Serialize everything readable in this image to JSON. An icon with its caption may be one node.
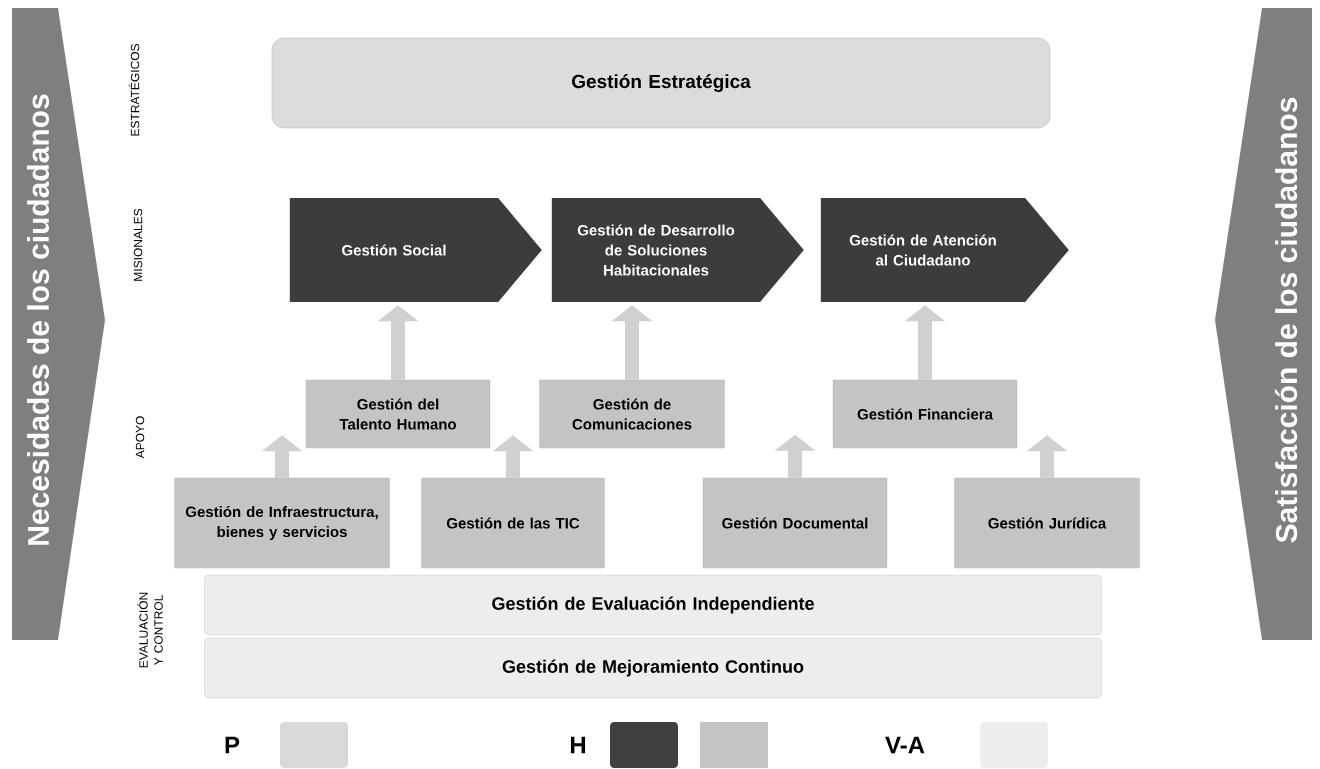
{
  "diagram": {
    "nodes": [
      {
        "text": [
          "Necesidades de los ciudadanos"
        ]
      },
      {
        "text": [
          "Satisfacción de los ciudadanos"
        ]
      },
      {
        "text": [
          "Gestión Estratégica"
        ]
      },
      {
        "text": [
          "Gestión Social"
        ]
      },
      {
        "text": [
          "Gestión de Desarrollo de Soluciones Habitacionales"
        ]
      },
      {
        "text": [
          "Gestión de Atención al Ciudadano"
        ]
      },
      {
        "text": [
          "Gestión del Talento Humano"
        ]
      },
      {
        "text": [
          "Gestión de Comunicaciones"
        ]
      },
      {
        "text": [
          "Gestión Financiera"
        ]
      },
      {
        "text": [
          "Gestión de Infraestructura, bienes y servicios"
        ]
      },
      {
        "text": [
          "Gestión de las TIC"
        ]
      },
      {
        "text": [
          "Gestión Documental"
        ]
      },
      {
        "text": [
          "Gestión Jurídica"
        ]
      },
      {
        "text": [
          "Gestión de Evaluación Independiente"
        ]
      },
      {
        "text": [
          "Gestión de Mejoramiento Continuo"
        ]
      }
    ],
    "edges": [
      {
        "from": 6,
        "to": 3,
        "arrow": "to"
      },
      {
        "from": 7,
        "to": 4,
        "arrow": "to"
      },
      {
        "from": 8,
        "to": 5,
        "arrow": "to"
      },
      {
        "from": 9,
        "to": 6,
        "arrow": "to"
      },
      {
        "from": 10,
        "to": 6,
        "arrow": "to"
      },
      {
        "from": 11,
        "to": null,
        "arrow": "to"
      },
      {
        "from": 12,
        "to": 8,
        "arrow": "to"
      }
    ],
    "labels": [
      "ESTRATÉGICOS",
      "MISIONALES",
      "APOYO",
      "EVALUACIÓN Y CONTROL"
    ],
    "legend": [
      {
        "text": "P",
        "color": "#d9d9d9"
      },
      {
        "text": "H",
        "color": "#404040"
      },
      {
        "text": "V-A",
        "color": "#ededed"
      }
    ]
  }
}
